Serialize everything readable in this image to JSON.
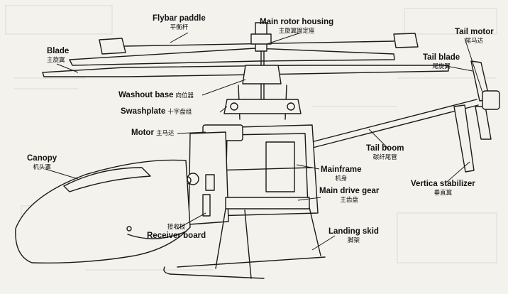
{
  "labels": {
    "flybar_paddle": {
      "en": "Flybar paddle",
      "zh": "平衡杆"
    },
    "main_rotor_housing": {
      "en": "Main rotor housing",
      "zh": "主旋翼固定座"
    },
    "tail_motor": {
      "en": "Tail motor",
      "zh": "尾马达"
    },
    "blade": {
      "en": "Blade",
      "zh": "主旋翼"
    },
    "tail_blade": {
      "en": "Tail blade",
      "zh": "尾旋翼"
    },
    "washout_base": {
      "en": "Washout base",
      "zh": "向位器"
    },
    "swashplate": {
      "en": "Swashplate",
      "zh": "十字盘组"
    },
    "motor": {
      "en": "Motor",
      "zh": "主马达"
    },
    "tail_boom": {
      "en": "Tail boom",
      "zh": "碳纤尾管"
    },
    "canopy": {
      "en": "Canopy",
      "zh": "机头罩"
    },
    "mainframe": {
      "en": "Mainframe",
      "zh": "机身"
    },
    "main_drive_gear": {
      "en": "Main drive gear",
      "zh": "主齿盘"
    },
    "vertical_stabilizer": {
      "en": "Vertica stabilizer",
      "zh": "垂直翼"
    },
    "receiver_board": {
      "en": "Receiver board",
      "zh": "接收板"
    },
    "landing_skid": {
      "en": "Landing skid",
      "zh": "脚架"
    }
  },
  "colors": {
    "paper": "#f4f2ed",
    "ink": "#1a1a1a",
    "faint": "#c9c6bf"
  }
}
